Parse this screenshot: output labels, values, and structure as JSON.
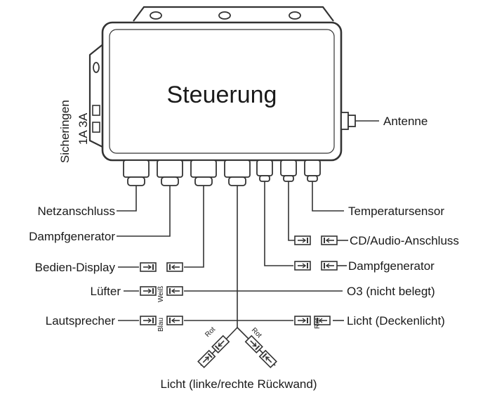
{
  "title": "Steuerung",
  "fuse_label": "Sicheringen",
  "fuse_values": "1A 3A",
  "labels": {
    "antenne": "Antenne",
    "netzanschluss": "Netzanschluss",
    "dampfgenerator_left": "Dampfgenerator",
    "bedien_display": "Bedien-Display",
    "luefter": "Lüfter",
    "lautsprecher": "Lautsprecher",
    "temperatursensor": "Temperatursensor",
    "cd_audio": "CD/Audio-Anschluss",
    "dampfgenerator_right": "Dampfgenerator",
    "o3": "O3 (nicht belegt)",
    "licht_decke": "Licht (Deckenlicht)",
    "licht_rueckwand": "Licht (linke/rechte Rückwand)"
  },
  "wire_colors": {
    "weiss": "Weiß",
    "blau": "Blau",
    "rot": "Rot"
  },
  "colors": {
    "line": "#333333",
    "fill": "#ffffff"
  }
}
